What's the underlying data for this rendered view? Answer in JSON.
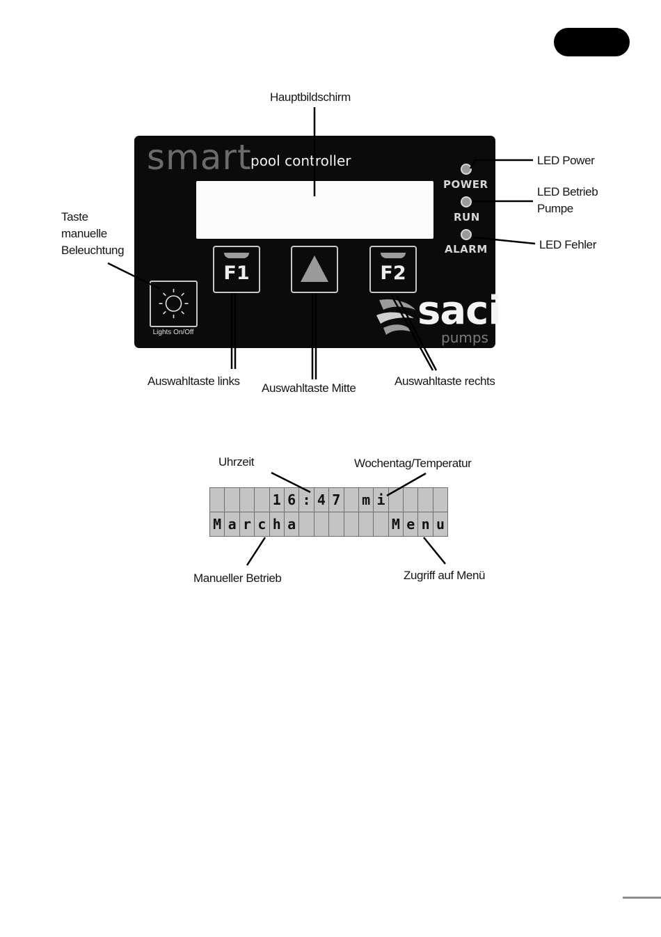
{
  "callouts": {
    "main_screen": "Hauptbildschirm",
    "led_power": "LED Power",
    "led_run_1": "LED Betrieb",
    "led_run_2": "Pumpe",
    "led_alarm": "LED Fehler",
    "light_button_1": "Taste",
    "light_button_2": "manuelle",
    "light_button_3": "Beleuchtung",
    "key_left": "Auswahltaste links",
    "key_middle": "Auswahltaste Mitte",
    "key_right": "Auswahltaste rechts"
  },
  "panel": {
    "brand_smart": "smart",
    "brand_pool": "pool controller",
    "led_power": "POWER",
    "led_run": "RUN",
    "led_alarm": "ALARM",
    "f1": "F1",
    "f2": "F2",
    "lights": "Lights On/Off",
    "logo_main": "saci",
    "logo_sub": "pumps"
  },
  "lcd": {
    "row1": [
      "",
      "",
      "",
      "",
      "1",
      "6",
      ":",
      "4",
      "7",
      "",
      "m",
      "i",
      "",
      "",
      "",
      ""
    ],
    "row2": [
      "M",
      "a",
      "r",
      "c",
      "h",
      "a",
      "",
      "",
      "",
      "",
      "",
      "",
      "M",
      "e",
      "n",
      "u"
    ]
  },
  "lcd_callouts": {
    "time": "Uhrzeit",
    "weekday": "Wochentag/Temperatur",
    "manual": "Manueller Betrieb",
    "menu": "Zugriff auf Menü"
  },
  "icons": [
    "sun-icon",
    "up-arrow-icon",
    "saci-swirl-icon"
  ],
  "colors": {
    "panel": "#0b0b0b",
    "lcd_background": "#c4c4c4",
    "text": "#151515"
  }
}
